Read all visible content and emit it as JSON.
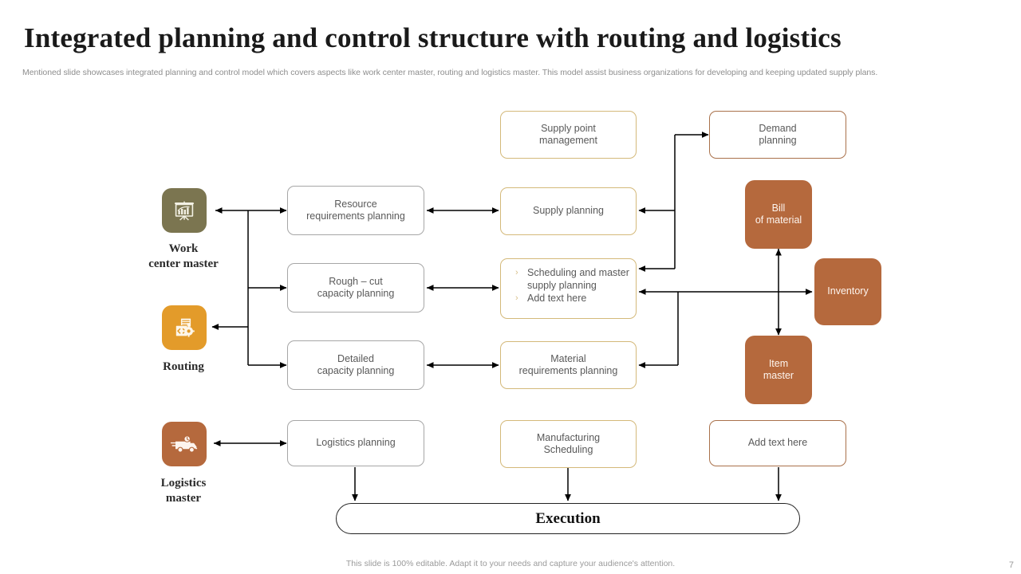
{
  "header": {
    "title": "Integrated planning and control structure with routing and logistics",
    "subtitle": "Mentioned slide showcases integrated planning and control model which covers aspects like work center master, routing and logistics master. This model  assist business organizations for developing and keeping updated supply plans."
  },
  "colors": {
    "filled_box": "#b5693d",
    "gold_border": "#d4b97a",
    "gray_border": "#a6a6a6",
    "brown_border": "#a9714b",
    "icon_work_center": "#7b7550",
    "icon_routing": "#e39b2a",
    "icon_logistics": "#b5693d",
    "arrow": "#000000",
    "text_body": "#595959"
  },
  "left_rail": [
    {
      "id": "work-center-master",
      "icon": "presentation-chart-icon",
      "label_line1": "Work",
      "label_line2": "center master"
    },
    {
      "id": "routing",
      "icon": "document-gear-code-icon",
      "label_line1": "Routing",
      "label_line2": ""
    },
    {
      "id": "logistics-master",
      "icon": "delivery-truck-icon",
      "label_line1": "Logistics",
      "label_line2": "master"
    }
  ],
  "nodes": {
    "resource_requirements": "Resource\nrequirements  planning",
    "resource_requirements_l1": "Resource",
    "resource_requirements_l2": "requirements  planning",
    "rough_cut_l1": "Rough – cut",
    "rough_cut_l2": "capacity planning",
    "detailed_capacity_l1": "Detailed",
    "detailed_capacity_l2": "capacity planning",
    "logistics_planning": "Logistics planning",
    "supply_point_l1": "Supply point",
    "supply_point_l2": "management",
    "supply_planning": "Supply planning",
    "scheduling_bullets": [
      "Scheduling and master supply planning",
      "Add text here"
    ],
    "material_requirements_l1": "Material",
    "material_requirements_l2": "requirements  planning",
    "manufacturing_l1": "Manufacturing",
    "manufacturing_l2": "Scheduling",
    "demand_planning_l1": "Demand",
    "demand_planning_l2": "planning",
    "bill_of_material_l1": "Bill",
    "bill_of_material_l2": "of material",
    "inventory": "Inventory",
    "item_master_l1": "Item",
    "item_master_l2": "master",
    "add_text_here": "Add text here",
    "execution": "Execution"
  },
  "footer": {
    "note": "This slide is 100% editable. Adapt it to your needs and capture your audience's attention.",
    "page": "7"
  }
}
